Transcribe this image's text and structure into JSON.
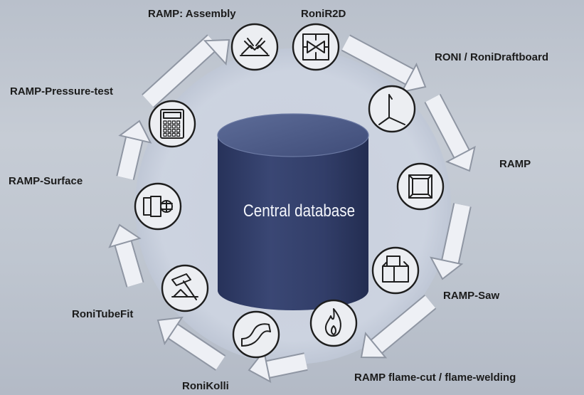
{
  "center": {
    "label": "Central database"
  },
  "nodes": [
    {
      "id": "ramp-assembly",
      "label": "RAMP: Assembly",
      "icon": "welding-seam-icon"
    },
    {
      "id": "ronir2d",
      "label": "RoniR2D",
      "icon": "valve-schematic-icon"
    },
    {
      "id": "roni-draftboard",
      "label": "RONI / RoniDraftboard",
      "icon": "3d-axes-icon"
    },
    {
      "id": "ramp",
      "label": "RAMP",
      "icon": "square-frame-icon"
    },
    {
      "id": "ramp-saw",
      "label": "RAMP-Saw",
      "icon": "stacked-blocks-icon"
    },
    {
      "id": "ramp-flame",
      "label": "RAMP flame-cut / flame-welding",
      "icon": "flame-icon"
    },
    {
      "id": "ronikolli",
      "label": "RoniKolli",
      "icon": "bent-pipe-icon"
    },
    {
      "id": "ronitubefit",
      "label": "RoniTubeFit",
      "icon": "hammer-icon"
    },
    {
      "id": "ramp-surface",
      "label": "RAMP-Surface",
      "icon": "surface-roller-icon"
    },
    {
      "id": "ramp-pressure-test",
      "label": "RAMP-Pressure-test",
      "icon": "calculator-icon"
    }
  ],
  "colors": {
    "database_top": "#4e5d86",
    "database_body": "#2f3b63",
    "ring": "#d3d9e6",
    "icon_fill": "#eceef2",
    "icon_stroke": "#1e1e1e",
    "arrow_fill": "#eef0f5",
    "arrow_stroke": "#8f96a3"
  }
}
